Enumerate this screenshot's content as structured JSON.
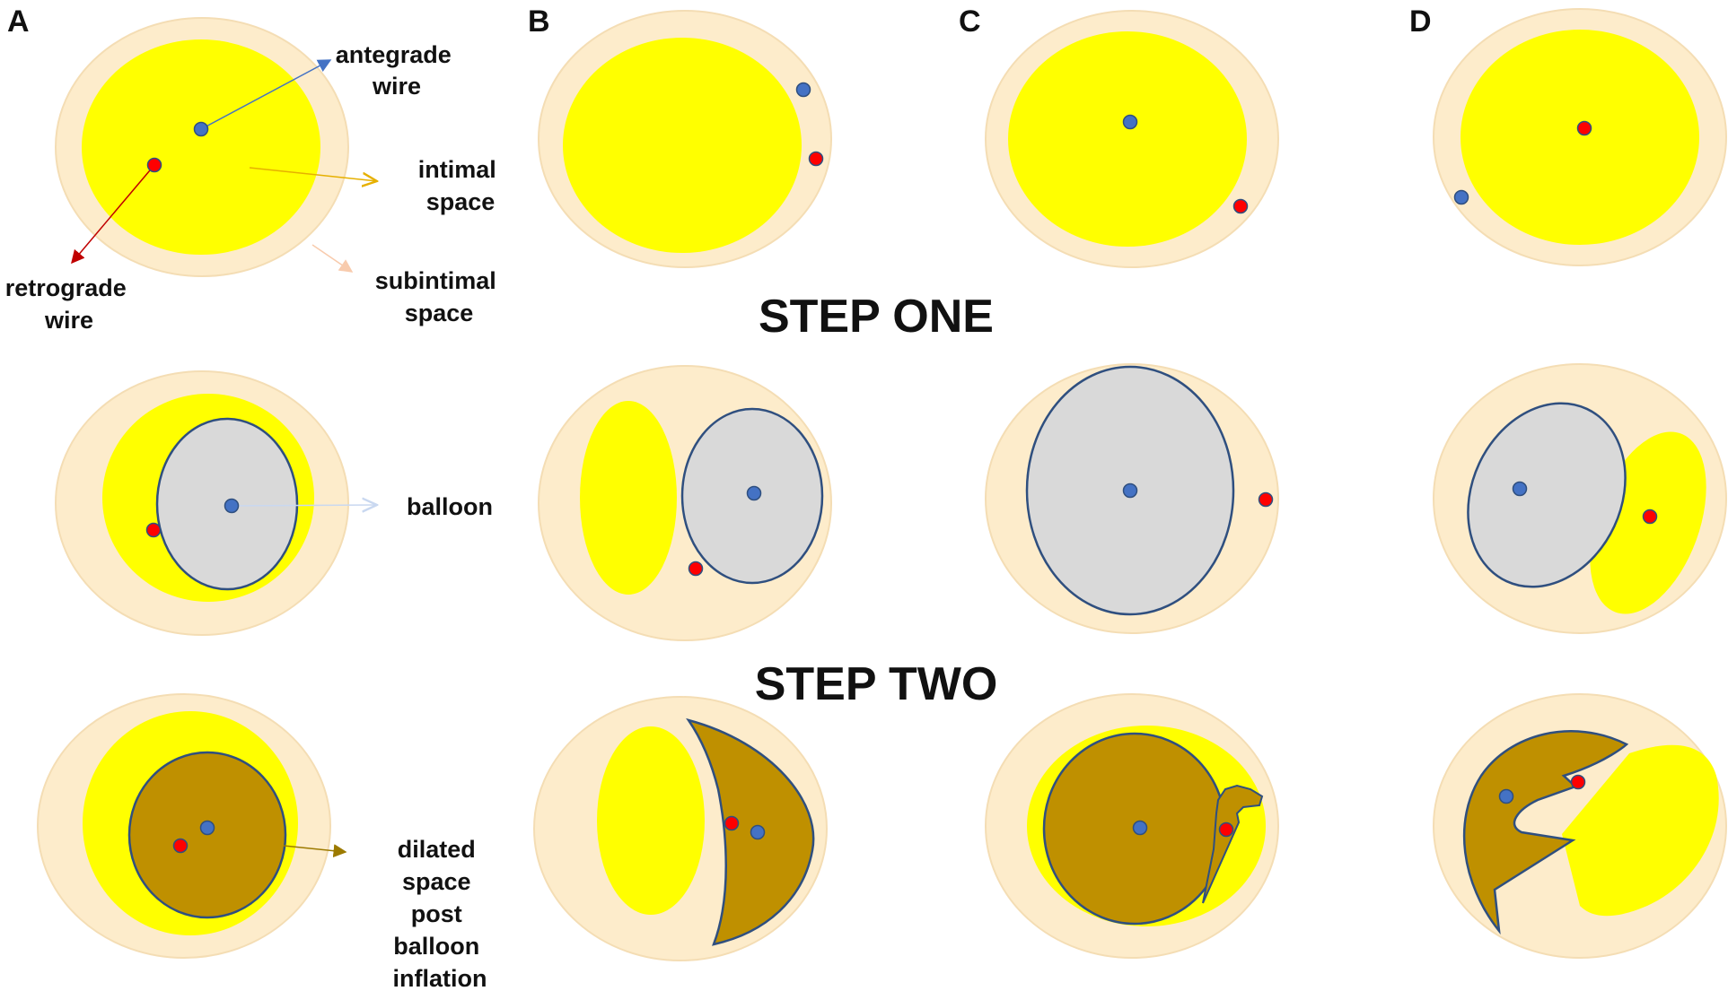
{
  "panels": [
    "A",
    "B",
    "C",
    "D"
  ],
  "steps": {
    "one": "STEP ONE",
    "two": "STEP TWO"
  },
  "labels": {
    "antegrade": [
      "antegrade",
      "wire"
    ],
    "retrograde": [
      "retrograde",
      "wire"
    ],
    "intimal": [
      "intimal",
      "space"
    ],
    "subintimal": [
      "subintimal",
      "space"
    ],
    "balloon": "balloon",
    "dilated": [
      "dilated",
      "space",
      "post",
      "balloon",
      "inflation"
    ]
  },
  "colors": {
    "subintimal_space": "#fdeccb",
    "intimal_space": "#ffff00",
    "balloon": "#d9d9d9",
    "dilated_space": "#bf9000",
    "outline": "#2f4f7f",
    "antegrade_wire": "#4472c4",
    "retrograde_wire": "#ff0000",
    "arrow_antegrade": "#4472c4",
    "arrow_retrograde": "#c00000",
    "arrow_intimal": "#e6b000",
    "arrow_subintimal": "#f8cbad",
    "arrow_balloon": "#c9d8f0",
    "arrow_dilated": "#9c7a00"
  }
}
